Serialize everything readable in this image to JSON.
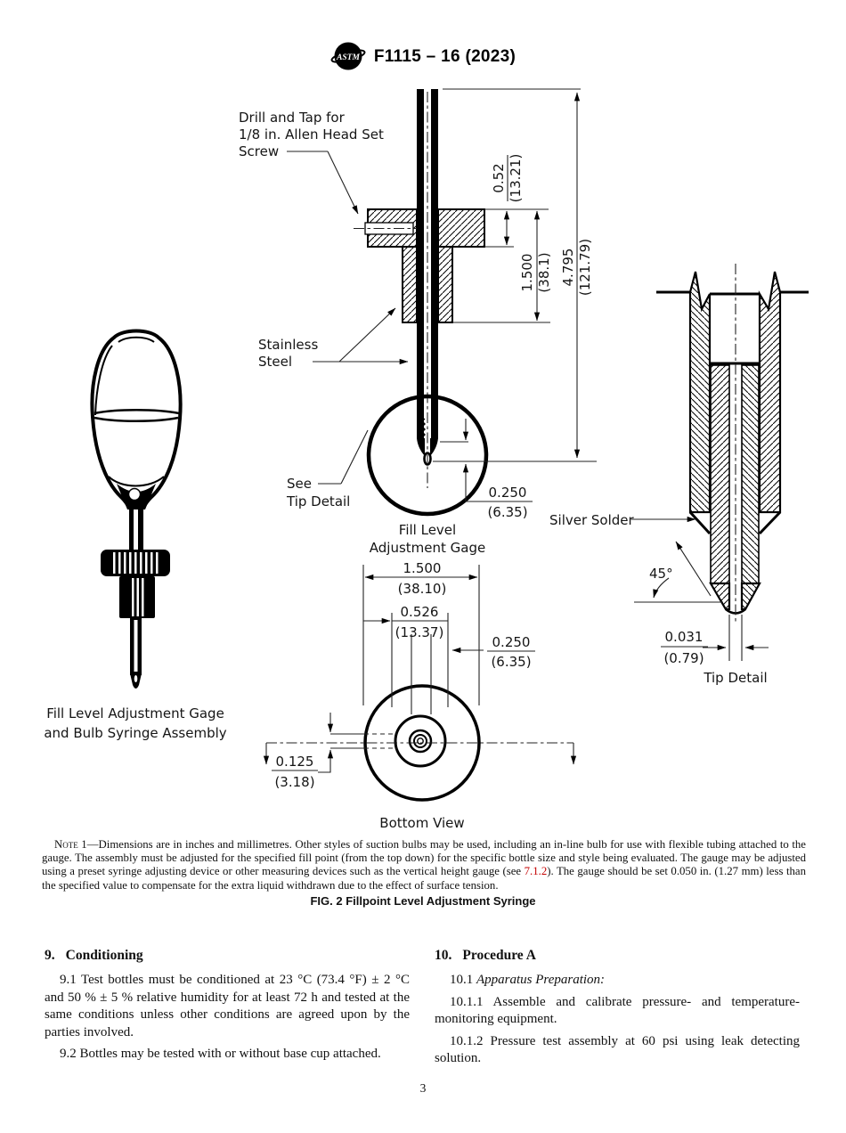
{
  "header": {
    "title": "F1115 – 16 (2023)",
    "logo_text": "ASTM"
  },
  "figure": {
    "labels": {
      "drill_tap_1": "Drill and Tap for",
      "drill_tap_2": "1/8 in. Allen Head Set",
      "drill_tap_3": "Screw",
      "stainless_1": "Stainless",
      "stainless_2": "Steel",
      "see_tip_1": "See",
      "see_tip_2": "Tip Detail",
      "gage_caption_1": "Fill Level",
      "gage_caption_2": "Adjustment Gage",
      "assembly_caption_1": "Fill Level Adjustment Gage",
      "assembly_caption_2": "and Bulb Syringe Assembly",
      "silver_solder": "Silver Solder",
      "angle_45": "45°",
      "tip_detail_caption": "Tip Detail",
      "bottom_view_caption": "Bottom View"
    },
    "dims": {
      "d052": {
        "in": "0.52",
        "mm": "(13.21)"
      },
      "d1500": {
        "in": "1.500",
        "mm": "(38.1)"
      },
      "d4795": {
        "in": "4.795",
        "mm": "(121.79)"
      },
      "d0250_tip": {
        "in": "0.250",
        "mm": "(6.35)"
      },
      "d1500_bot": {
        "in": "1.500",
        "mm": "(38.10)"
      },
      "d0526": {
        "in": "0.526",
        "mm": "(13.37)"
      },
      "d0250_bot": {
        "in": "0.250",
        "mm": "(6.35)"
      },
      "d0125": {
        "in": "0.125",
        "mm": "(3.18)"
      },
      "d0031": {
        "in": "0.031",
        "mm": "(0.79)"
      }
    }
  },
  "note": {
    "label": "Note 1—",
    "text_before": "Dimensions are in inches and millimetres. Other styles of suction bulbs may be used, including an in-line bulb for use with flexible tubing attached to the gauge. The assembly must be adjusted for the specified fill point (from the top down) for the specific bottle size and style being evaluated. The gauge may be adjusted using a preset syringe adjusting device or other measuring devices such as the vertical height gauge (see ",
    "link": "7.1.2",
    "text_after": "). The gauge should be set 0.050 in. (1.27 mm) less than the specified value to compensate for the extra liquid withdrawn due to the effect of surface tension.",
    "fig_caption": "FIG. 2 Fillpoint Level Adjustment Syringe"
  },
  "sections": {
    "left": {
      "heading_num": "9.",
      "heading_title": "Conditioning",
      "p1": "9.1 Test bottles must be conditioned at 23 °C (73.4 °F) ± 2 °C and 50 % ± 5 % relative humidity for at least 72 h and tested at the same conditions unless other conditions are agreed upon by the parties involved.",
      "p2": "9.2 Bottles may be tested with or without base cup attached."
    },
    "right": {
      "heading_num": "10.",
      "heading_title": "Procedure A",
      "p1_num": "10.1",
      "p1_italic": "Apparatus Preparation:",
      "p2": "10.1.1 Assemble and calibrate pressure- and temperature-monitoring equipment.",
      "p3": "10.1.2 Pressure test assembly at 60 psi using leak detecting solution."
    }
  },
  "page_number": "3",
  "colors": {
    "link_red": "#c40000",
    "ink": "#000000"
  }
}
